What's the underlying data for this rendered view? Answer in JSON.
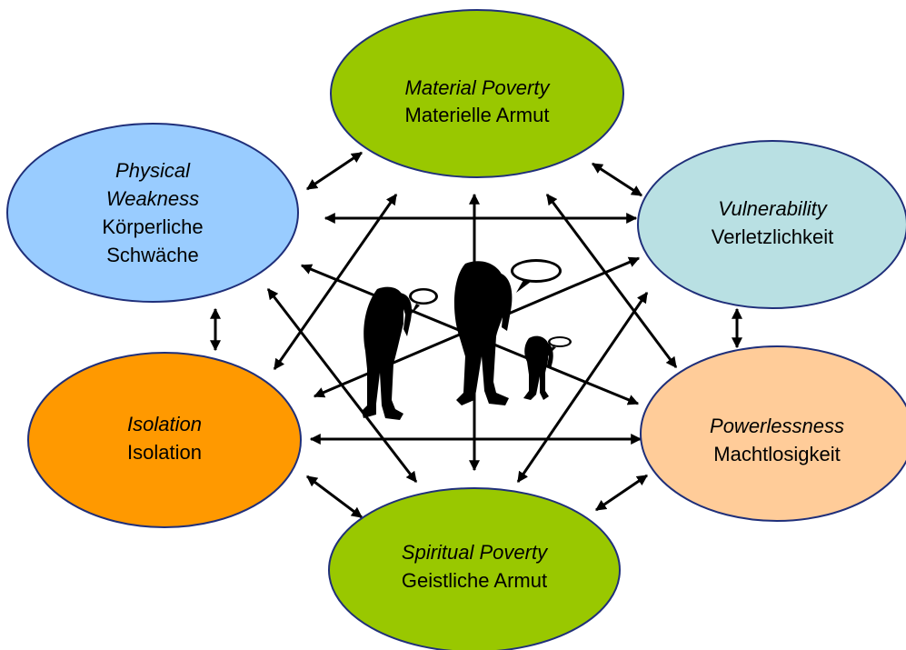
{
  "nodes": [
    {
      "id": "material",
      "label_en": "Material Poverty",
      "label_de": "Materielle Armut",
      "fill": "#99c800"
    },
    {
      "id": "physical",
      "label_en_1": "Physical",
      "label_en_2": "Weakness",
      "label_de_1": "Körperliche",
      "label_de_2": "Schwäche",
      "fill": "#99ccff"
    },
    {
      "id": "vulnerability",
      "label_en": "Vulnerability",
      "label_de": "Verletzlichkeit",
      "fill": "#b9e0e3"
    },
    {
      "id": "isolation",
      "label_en": "Isolation",
      "label_de": "Isolation",
      "fill": "#ff9900"
    },
    {
      "id": "powerlessness",
      "label_en": "Powerlessness",
      "label_de": "Machtlosigkeit",
      "fill": "#ffcc99"
    },
    {
      "id": "spiritual",
      "label_en": "Spiritual Poverty",
      "label_de": "Geistliche Armut",
      "fill": "#99c800"
    }
  ],
  "colors": {
    "outline": "#1f2f7a",
    "arrow": "#000000"
  },
  "center_image": "people-in-need-silhouettes-icon"
}
